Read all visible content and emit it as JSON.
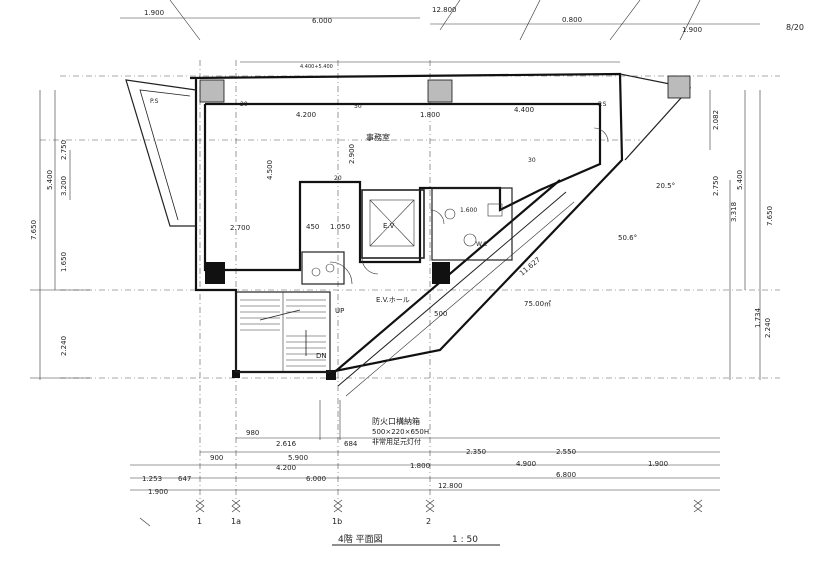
{
  "title": "4階 平面図",
  "scale": "1 : 50",
  "corner_note": "8/20",
  "rooms": {
    "office": "事務室",
    "ev": "E.V",
    "ev_hall": "E.V.ホール",
    "wc": "W.C"
  },
  "stairs": {
    "up": "UP",
    "dn": "DN"
  },
  "notes": {
    "box_title": "防火口構納箱",
    "box_size": "500×220×650H",
    "box_desc": "非常用足元灯付",
    "pr_left": "P.S",
    "pr_right": "P.S",
    "area": "75.00㎡",
    "slope1": "20.5°",
    "slope2": "50.6°"
  },
  "grid": [
    "1",
    "1a",
    "1b",
    "2"
  ],
  "dims": {
    "top": [
      "1.900",
      "6.000",
      "12.800",
      "0.800",
      "1.900",
      "4.400+5.400"
    ],
    "inner_top": [
      "4.200",
      "1.800",
      "4.400",
      "20",
      "50",
      "20",
      "30"
    ],
    "left": [
      "7.650",
      "5.400",
      "2.750",
      "3.200",
      "1.650",
      "2.240"
    ],
    "right": [
      "7.650",
      "5.400",
      "2.750",
      "3.318",
      "2.240",
      "1.734",
      "2.082"
    ],
    "bottom_row1": [
      "980",
      "2.616",
      "684",
      "2.350",
      "2.550"
    ],
    "bottom_row2": [
      "900",
      "5.900",
      "1.800",
      "4.900",
      "1.900"
    ],
    "bottom_row3": [
      "1.253",
      "647",
      "4.200",
      "6.800"
    ],
    "bottom_row4": [
      "1.900",
      "6.000",
      "12.800"
    ],
    "room": [
      "4.500",
      "2.700",
      "2.900",
      "1.050",
      "450",
      "500",
      "11.627",
      "1.600"
    ]
  }
}
